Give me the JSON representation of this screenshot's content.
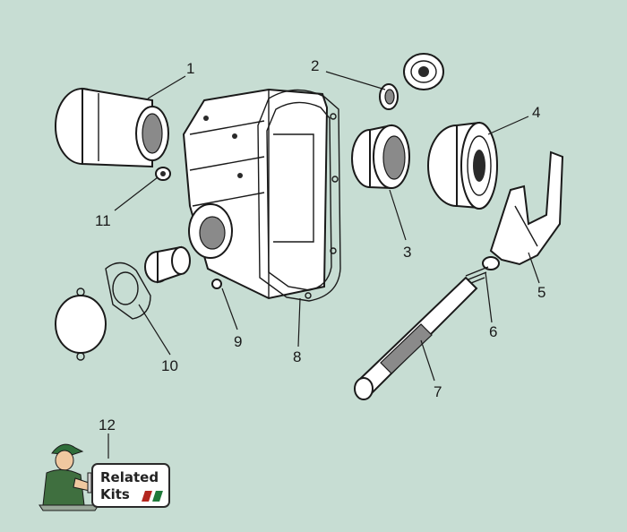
{
  "callouts": {
    "c1": "1",
    "c2": "2",
    "c3": "3",
    "c4": "4",
    "c5": "5",
    "c6": "6",
    "c7": "7",
    "c8": "8",
    "c9": "9",
    "c10": "10",
    "c11": "11",
    "c12": "12"
  },
  "related_kits": {
    "line1": "Related",
    "line2": "Kits",
    "stripe_colors": [
      "#b3261e",
      "#1f7a3a"
    ]
  },
  "colors": {
    "background": "#c7ddd3",
    "ink": "#1a1a1a"
  }
}
